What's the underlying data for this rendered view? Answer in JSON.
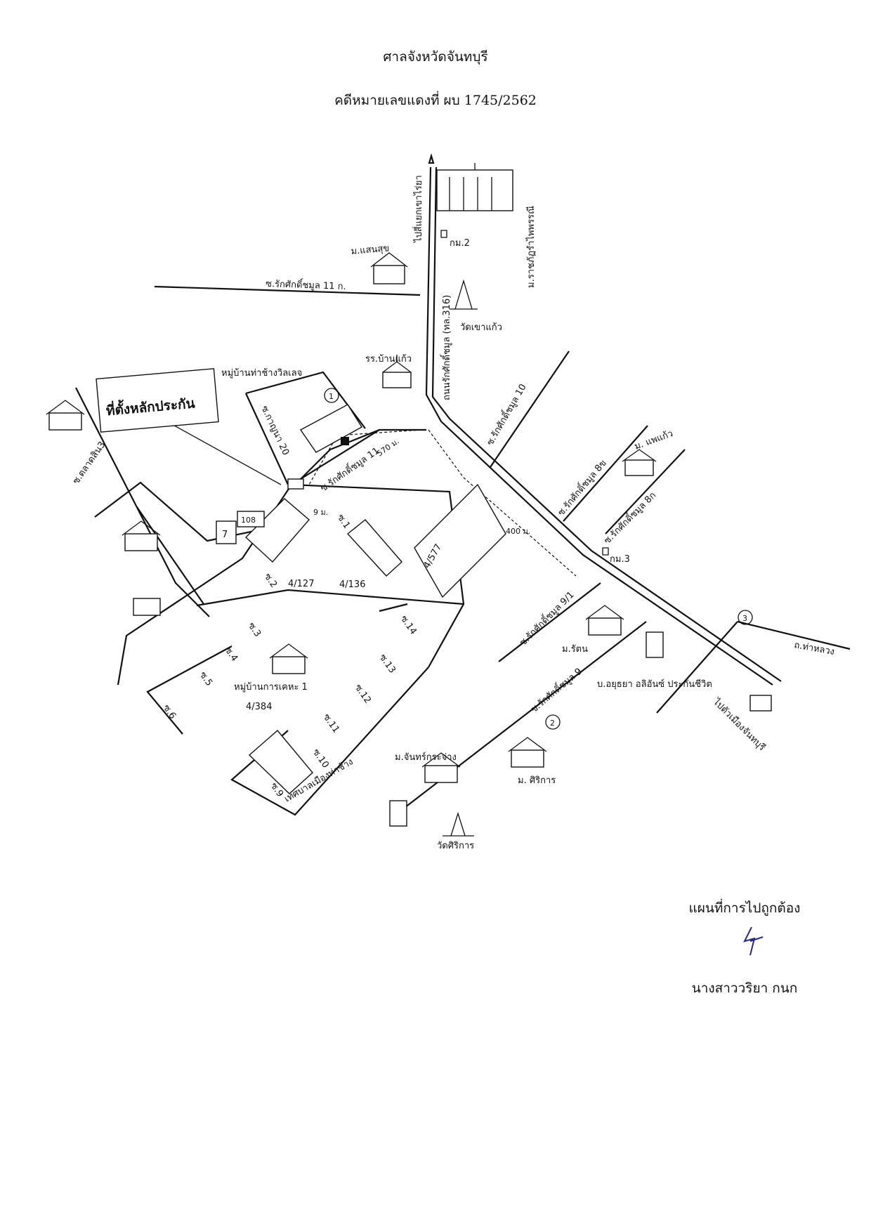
{
  "header": {
    "court": "ศาลจังหวัดจันทบุรี",
    "case_number": "คดีหมายเลขแดงที่ ผบ 1745/2562"
  },
  "map": {
    "collateral_box": "ที่ตั้งหลักประกัน",
    "roads": {
      "main_road": "ถนนรักศักดิ์ชมูล (ทล.316)",
      "to_khao_rai_ya": "ไปสี่แยกเขาไร่ยา",
      "to_city": "ไปตัวเมืองจันทบุรี",
      "tha_luang": "ถ.ท่าหลวง",
      "soi_11k": "ซ.รักศักดิ์ชมูล 11 ก.",
      "soi_11": "ซ.รักศักดิ์ชมูล 11",
      "soi_10": "ซ.รักศักดิ์ชมูล 10",
      "soi_8kh": "ซ.รักศักดิ์ชมูล 8ข",
      "soi_8k": "ซ.รักศักดิ์ชมูล 8ก",
      "soi_9_1": "ซ.รักศักดิ์ชมูล 9/1",
      "soi_9": "ซ.รักศักดิ์ชมูล 9",
      "soi_talat_sin3": "ซ.ตลาดสิน3",
      "soi_kanchana20": "ซ.กาญนา 20"
    },
    "landmarks": {
      "university": "ม.ราชภัฏรำไพพรรณี",
      "saensuk": "ม.แสนสุข",
      "wat_khao_kaeo": "วัดเขาแก้ว",
      "school": "รร.บ้านแก้ว",
      "village_tha_chang": "หมู่บ้านท่าช้างวิลเลจ",
      "village_kheha": "หมู่บ้านการเคหะ 1",
      "phaekaeo": "ม. แพแก้ว",
      "rattana": "ม.รัตน",
      "ayudhya": "บ.อยุธยา อลิอันซ์ ประกันชีวิต",
      "chanchrachang": "ม.จันทร์กระจ่าง",
      "sirikan": "ม. ศิริการ",
      "wat_sirikan": "วัดศิริการ",
      "municipality": "เทศบาลเมืองท่าช้าง",
      "km2": "กม.2",
      "km3": "กม.3",
      "seven_eleven": "7",
      "shop108": "108"
    },
    "sois": [
      "ซ.1",
      "ซ.2",
      "ซ.3",
      "ซ.4",
      "ซ.5",
      "ซ.6",
      "ซ.9",
      "ซ.10",
      "ซ.11",
      "ซ.12",
      "ซ.13",
      "ซ.14"
    ],
    "plots": [
      "4/127",
      "4/136",
      "4/577",
      "4/384"
    ],
    "distances": [
      "570 ม.",
      "9 ม.",
      "400 ม."
    ],
    "markers": [
      "1",
      "2",
      "3"
    ]
  },
  "footer": {
    "confirm": "แผนที่การไปถูกต้อง",
    "signer": "นางสาววริยา  กนก"
  }
}
